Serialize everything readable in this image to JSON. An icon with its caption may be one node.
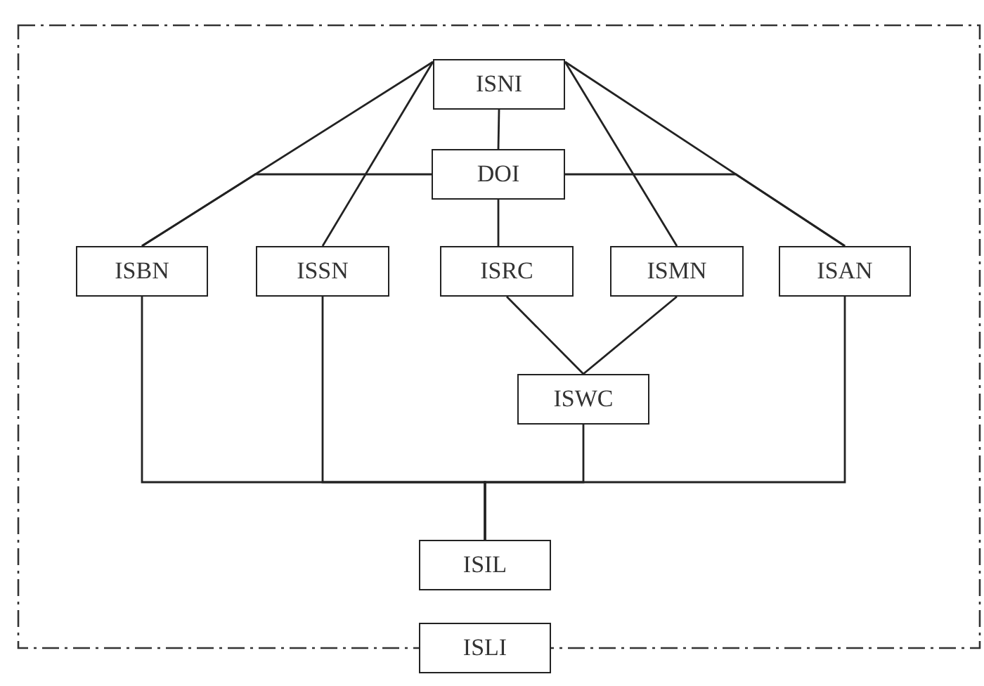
{
  "diagram": {
    "nodes": [
      {
        "text": [],
        "shape": "box"
      },
      {
        "text": [
          "ISNI"
        ],
        "in": 0
      },
      {
        "text": [
          "DOI"
        ],
        "in": 0
      },
      {
        "text": [
          "ISBN"
        ],
        "in": 0
      },
      {
        "text": [
          "ISSN"
        ],
        "in": 0
      },
      {
        "text": [
          "ISRC"
        ],
        "in": 0
      },
      {
        "text": [
          "ISMN"
        ],
        "in": 0
      },
      {
        "text": [
          "ISAN"
        ],
        "in": 0
      },
      {
        "text": [
          "ISWC"
        ],
        "in": 0
      },
      {
        "text": [
          "ISIL"
        ],
        "in": 0
      },
      {
        "text": [
          "ISLI"
        ]
      }
    ],
    "edges": [
      {
        "from": 1,
        "to": 2,
        "arrow": "none"
      },
      {
        "from": 1,
        "to": 3,
        "arrow": "none"
      },
      {
        "from": 1,
        "to": 4,
        "arrow": "none"
      },
      {
        "from": 1,
        "to": 6,
        "arrow": "none"
      },
      {
        "from": 1,
        "to": 7,
        "arrow": "none"
      },
      {
        "from": 2,
        "to": 3,
        "arrow": "none"
      },
      {
        "from": 2,
        "to": 7,
        "arrow": "none"
      },
      {
        "from": 2,
        "to": 5,
        "arrow": "none"
      },
      {
        "from": 5,
        "to": 8,
        "arrow": "none"
      },
      {
        "from": 6,
        "to": 8,
        "arrow": "none"
      },
      {
        "from": 3,
        "to": 9,
        "arrow": "none"
      },
      {
        "from": 4,
        "to": 9,
        "arrow": "none"
      },
      {
        "from": 8,
        "to": 9,
        "arrow": "none"
      },
      {
        "from": 7,
        "to": 9,
        "arrow": "none"
      }
    ]
  }
}
